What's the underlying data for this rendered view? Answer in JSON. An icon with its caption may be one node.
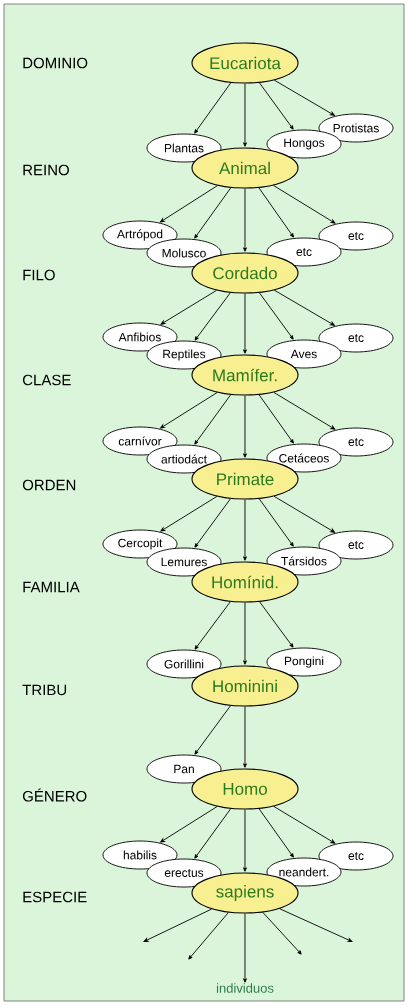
{
  "diagram": {
    "nodes": [
      {
        "text": [
          "Eucariota"
        ]
      },
      {
        "text": [
          "Plantas"
        ]
      },
      {
        "text": [
          "Hongos"
        ]
      },
      {
        "text": [
          "Protistas"
        ]
      },
      {
        "text": [
          "Animal"
        ]
      },
      {
        "text": [
          "Artrópod"
        ]
      },
      {
        "text": [
          "Molusco"
        ]
      },
      {
        "text": [
          "etc"
        ]
      },
      {
        "text": [
          "etc"
        ]
      },
      {
        "text": [
          "Cordado"
        ]
      },
      {
        "text": [
          "Anfibios"
        ]
      },
      {
        "text": [
          "Reptiles"
        ]
      },
      {
        "text": [
          "Aves"
        ]
      },
      {
        "text": [
          "etc"
        ]
      },
      {
        "text": [
          "Mamífer."
        ]
      },
      {
        "text": [
          "carnívor"
        ]
      },
      {
        "text": [
          "artiodáct"
        ]
      },
      {
        "text": [
          "Cetáceos"
        ]
      },
      {
        "text": [
          "etc"
        ]
      },
      {
        "text": [
          "Primate"
        ]
      },
      {
        "text": [
          "Cercopit"
        ]
      },
      {
        "text": [
          "Lemures"
        ]
      },
      {
        "text": [
          "Társidos"
        ]
      },
      {
        "text": [
          "etc"
        ]
      },
      {
        "text": [
          "Homínid."
        ]
      },
      {
        "text": [
          "Gorillini"
        ]
      },
      {
        "text": [
          "Pongini"
        ]
      },
      {
        "text": [
          "Hominini"
        ]
      },
      {
        "text": [
          "Pan"
        ]
      },
      {
        "text": [
          "Homo"
        ]
      },
      {
        "text": [
          "habilis"
        ]
      },
      {
        "text": [
          "erectus"
        ]
      },
      {
        "text": [
          "neandert."
        ]
      },
      {
        "text": [
          "etc"
        ]
      },
      {
        "text": [
          "sapiens"
        ]
      },
      {
        "text": [
          "individuos"
        ]
      }
    ],
    "edges": [
      {
        "from": 0,
        "to": 1,
        "arrow": "to"
      },
      {
        "from": 0,
        "to": 4,
        "arrow": "to"
      },
      {
        "from": 0,
        "to": 2,
        "arrow": "to"
      },
      {
        "from": 0,
        "to": 3,
        "arrow": "to"
      },
      {
        "from": 4,
        "to": 5,
        "arrow": "to"
      },
      {
        "from": 4,
        "to": 6,
        "arrow": "to"
      },
      {
        "from": 4,
        "to": 9,
        "arrow": "to"
      },
      {
        "from": 4,
        "to": 7,
        "arrow": "to"
      },
      {
        "from": 4,
        "to": 8,
        "arrow": "to"
      },
      {
        "from": 9,
        "to": 10,
        "arrow": "to"
      },
      {
        "from": 9,
        "to": 11,
        "arrow": "to"
      },
      {
        "from": 9,
        "to": 14,
        "arrow": "to"
      },
      {
        "from": 9,
        "to": 12,
        "arrow": "to"
      },
      {
        "from": 9,
        "to": 13,
        "arrow": "to"
      },
      {
        "from": 14,
        "to": 15,
        "arrow": "to"
      },
      {
        "from": 14,
        "to": 16,
        "arrow": "to"
      },
      {
        "from": 14,
        "to": 19,
        "arrow": "to"
      },
      {
        "from": 14,
        "to": 17,
        "arrow": "to"
      },
      {
        "from": 14,
        "to": 18,
        "arrow": "to"
      },
      {
        "from": 19,
        "to": 20,
        "arrow": "to"
      },
      {
        "from": 19,
        "to": 21,
        "arrow": "to"
      },
      {
        "from": 19,
        "to": 24,
        "arrow": "to"
      },
      {
        "from": 19,
        "to": 22,
        "arrow": "to"
      },
      {
        "from": 19,
        "to": 23,
        "arrow": "to"
      },
      {
        "from": 24,
        "to": 25,
        "arrow": "to"
      },
      {
        "from": 24,
        "to": 27,
        "arrow": "to"
      },
      {
        "from": 24,
        "to": 26,
        "arrow": "to"
      },
      {
        "from": 27,
        "to": 28,
        "arrow": "to"
      },
      {
        "from": 27,
        "to": 29,
        "arrow": "to"
      },
      {
        "from": 29,
        "to": 30,
        "arrow": "to"
      },
      {
        "from": 29,
        "to": 31,
        "arrow": "to"
      },
      {
        "from": 29,
        "to": 34,
        "arrow": "to"
      },
      {
        "from": 29,
        "to": 32,
        "arrow": "to"
      },
      {
        "from": 29,
        "to": 33,
        "arrow": "to"
      },
      {
        "from": 34,
        "to": null,
        "arrow": "to"
      },
      {
        "from": 34,
        "to": null,
        "arrow": "to"
      },
      {
        "from": 34,
        "to": 35,
        "arrow": "to"
      },
      {
        "from": 34,
        "to": null,
        "arrow": "to"
      },
      {
        "from": 34,
        "to": null,
        "arrow": "to"
      }
    ],
    "labels": [
      "DOMINIO",
      "REINO",
      "FILO",
      "CLASE",
      "ORDEN",
      "FAMILIA",
      "TRIBU",
      "GÉNERO",
      "ESPECIE"
    ]
  }
}
